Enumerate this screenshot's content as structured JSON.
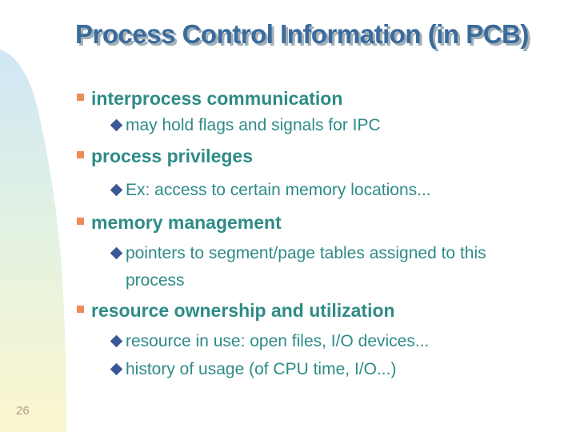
{
  "slide": {
    "title": "Process Control Information (in PCB)",
    "page_number": "26"
  },
  "colors": {
    "title_text": "#3a6b9d",
    "title_shadow": "#a2afb6",
    "body_text": "#2e8b86",
    "level1_bullet": "#ec8c5a",
    "level2_bullet": "#3a5795",
    "page_number": "#ab9a8d",
    "background_gradient_top": "#cfe6f5",
    "background_gradient_middle": "#e2f2e3",
    "background_gradient_bottom": "#fbf6cd"
  },
  "icons": {
    "level1_bullet": "square-bullet",
    "level2_bullet": "diamond-bullet"
  },
  "content": {
    "items": [
      {
        "level": 1,
        "text": "interprocess communication"
      },
      {
        "level": 2,
        "text": "may hold flags and signals for IPC"
      },
      {
        "level": 1,
        "text": "process privileges"
      },
      {
        "level": 2,
        "text": "Ex: access to certain memory locations..."
      },
      {
        "level": 1,
        "text": "memory management"
      },
      {
        "level": 2,
        "text": "pointers to segment/page tables assigned to this process"
      },
      {
        "level": 1,
        "text": "resource ownership and utilization"
      },
      {
        "level": 2,
        "text": "resource in use: open files, I/O devices..."
      },
      {
        "level": 2,
        "text": "history of usage (of CPU time, I/O...)"
      }
    ]
  }
}
